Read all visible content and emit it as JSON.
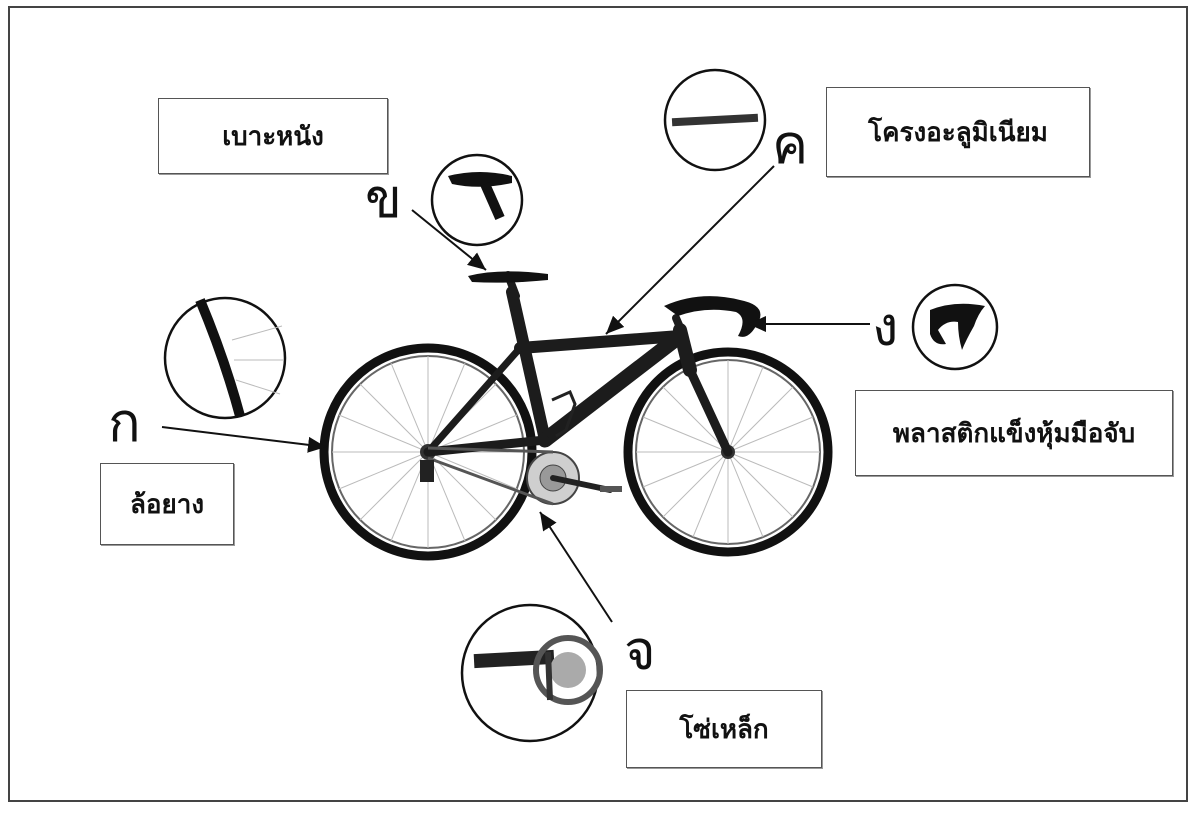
{
  "labels": {
    "a": {
      "letter": "ก",
      "text": "ล้อยาง"
    },
    "b": {
      "letter": "ข",
      "text": "เบาะหนัง"
    },
    "c": {
      "letter": "ค",
      "text": "โครงอะลูมิเนียม"
    },
    "d": {
      "letter": "ง",
      "text": "พลาสติกแข็งหุ้มมือจับ"
    },
    "e": {
      "letter": "จ",
      "text": "โซ่เหล็ก"
    }
  },
  "colors": {
    "frame": "#1a1a1a",
    "border": "#555555",
    "accent": "#3a3a3a"
  }
}
